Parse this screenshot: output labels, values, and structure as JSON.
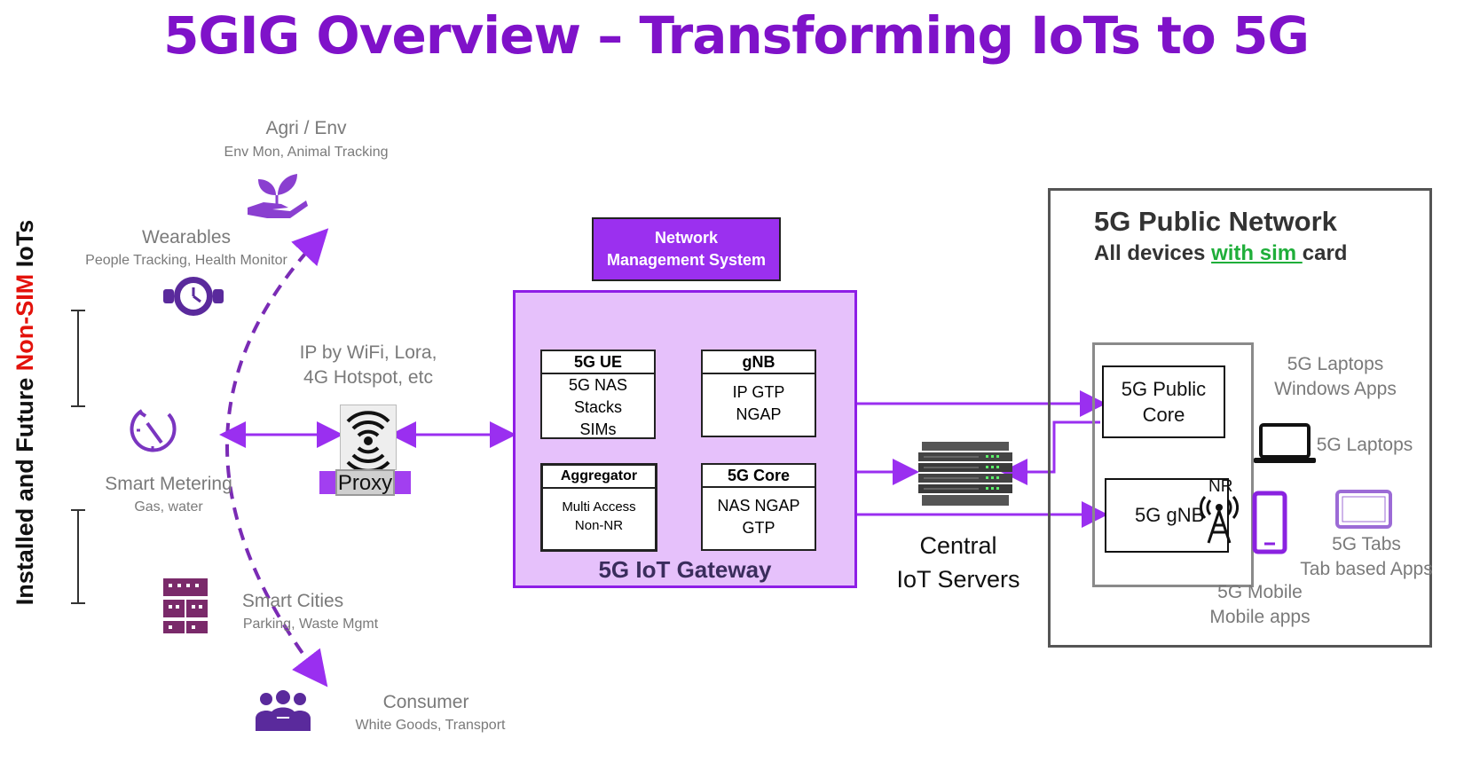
{
  "title": "5GIG Overview – Transforming IoTs to 5G",
  "side_title": {
    "part1": "Installed and Future ",
    "part2": "Non-SIM",
    "part3": "  IoTs"
  },
  "categories": {
    "agri": {
      "name": "Agri / Env",
      "sub": "Env Mon, Animal Tracking",
      "icon": "plant-hand-icon"
    },
    "wearables": {
      "name": "Wearables",
      "sub": "People Tracking, Health Monitor",
      "icon": "watch-icon"
    },
    "metering": {
      "name": "Smart Metering",
      "sub": "Gas, water",
      "icon": "gauge-icon"
    },
    "cities": {
      "name": "Smart Cities",
      "sub": "Parking, Waste Mgmt",
      "icon": "city-buildings-icon"
    },
    "consumer": {
      "name": "Consumer",
      "sub": "White Goods, Transport",
      "icon": "people-group-icon"
    }
  },
  "connectivity": {
    "line1": "IP by WiFi, Lora,",
    "line2": "4G Hotspot, etc"
  },
  "proxy": {
    "label": "Proxy",
    "icon": "wireless-router-icon"
  },
  "nms": {
    "line1": "Network",
    "line2": "Management System"
  },
  "gateway": {
    "label": "5G IoT Gateway",
    "ue": {
      "head": "5G UE",
      "l1": "5G NAS",
      "l2": "Stacks",
      "l3": "SIMs"
    },
    "gnb": {
      "head": "gNB",
      "l1": "IP GTP",
      "l2": "NGAP"
    },
    "agg": {
      "head": "Aggregator",
      "l1": "Multi Access",
      "l2": "Non-NR"
    },
    "core": {
      "head": "5G Core",
      "l1": "NAS NGAP",
      "l2": "GTP"
    }
  },
  "servers": {
    "line1": "Central",
    "line2": "IoT Servers",
    "icon": "server-rack-icon"
  },
  "public_network": {
    "title": "5G Public Network",
    "sub_pre": "All devices ",
    "sub_green": "with sim ",
    "sub_post": "card",
    "core_l1": "5G Public",
    "core_l2": "Core",
    "gnb": "5G gNB",
    "nr": "NR",
    "laptops_windows_l1": "5G Laptops",
    "laptops_windows_l2": "Windows Apps",
    "laptops": "5G Laptops",
    "tabs_l1": "5G Tabs",
    "tabs_l2": "Tab based Apps",
    "mobile_l1": "5G Mobile",
    "mobile_l2": "Mobile apps"
  },
  "colors": {
    "purple": "#7f12c9",
    "arrow": "#9a2ff0",
    "icon": "#6a2fa8",
    "green": "#1fae3a",
    "red": "#e3120b"
  }
}
